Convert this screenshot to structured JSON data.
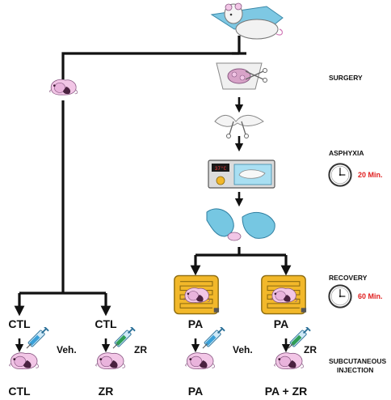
{
  "stages": {
    "surgery": "SURGERY",
    "asphyxia": "ASPHYXIA",
    "recovery": "RECOVERY",
    "injection_line1": "SUBCUTANEOUS",
    "injection_line2": "INJECTION"
  },
  "timers": {
    "asphyxia": "20 Min.",
    "recovery": "60 Min."
  },
  "monitor_display": "37°C",
  "groups": [
    {
      "top": "CTL",
      "injection": "Veh.",
      "bottom": "CTL"
    },
    {
      "top": "CTL",
      "injection": "ZR",
      "bottom": "ZR"
    },
    {
      "top": "PA",
      "injection": "Veh.",
      "bottom": "PA"
    },
    {
      "top": "PA",
      "injection": "ZR",
      "bottom": "PA + ZR"
    }
  ],
  "colors": {
    "pup": "#f2c6e6",
    "pup_outline": "#8a5a84",
    "drape": "#7ec8e3",
    "glove": "#76c7e2",
    "incubator": "#f2b82a",
    "timer_text": "#e02020",
    "syringe_vehicle": "#3aa0d8",
    "syringe_zr": "#2e9e56"
  }
}
